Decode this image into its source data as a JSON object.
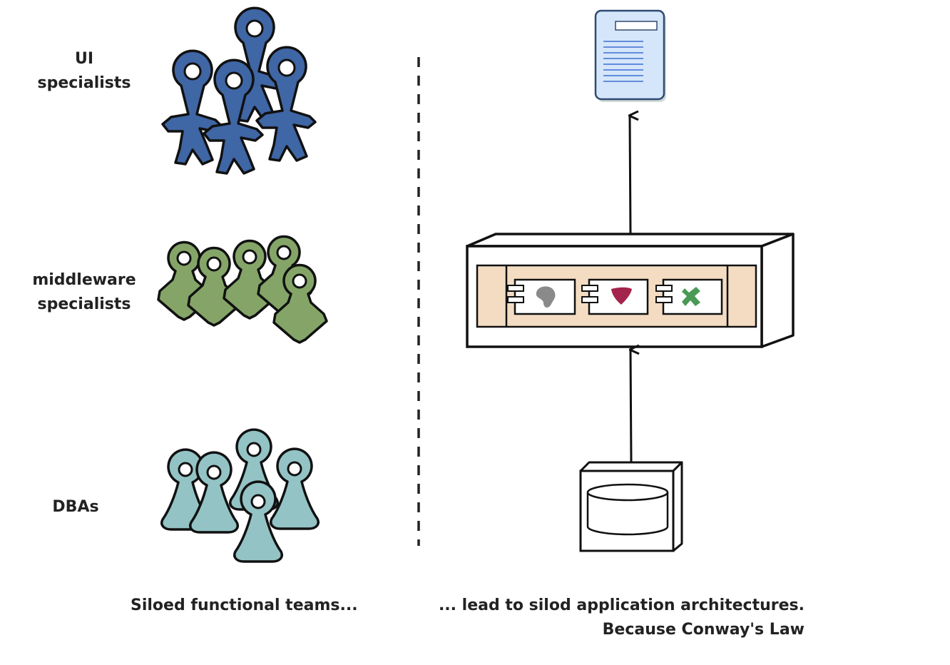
{
  "teams": [
    {
      "label_line1": "UI",
      "label_line2": "specialists",
      "color": "#3f66a5",
      "icon": "person-icon"
    },
    {
      "label_line1": "middleware",
      "label_line2": "specialists",
      "color": "#84a567",
      "icon": "pawn-icon"
    },
    {
      "label_line1": "DBAs",
      "label_line2": "",
      "color": "#93c3c5",
      "icon": "pawn-icon"
    }
  ],
  "captions": {
    "left": "Siloed functional teams...",
    "right_line1": "... lead to silod application architectures.",
    "right_line2": "Because Conway's Law"
  },
  "architecture": {
    "top": "document-icon",
    "middle": "server-box",
    "bottom": "database-icon",
    "components": [
      {
        "icon": "blob-icon",
        "color": "#8a8a8a"
      },
      {
        "icon": "heart-icon",
        "color": "#a3244c"
      },
      {
        "icon": "x-icon",
        "color": "#4a9a55"
      }
    ],
    "panel_color": "#f3dcc2"
  }
}
